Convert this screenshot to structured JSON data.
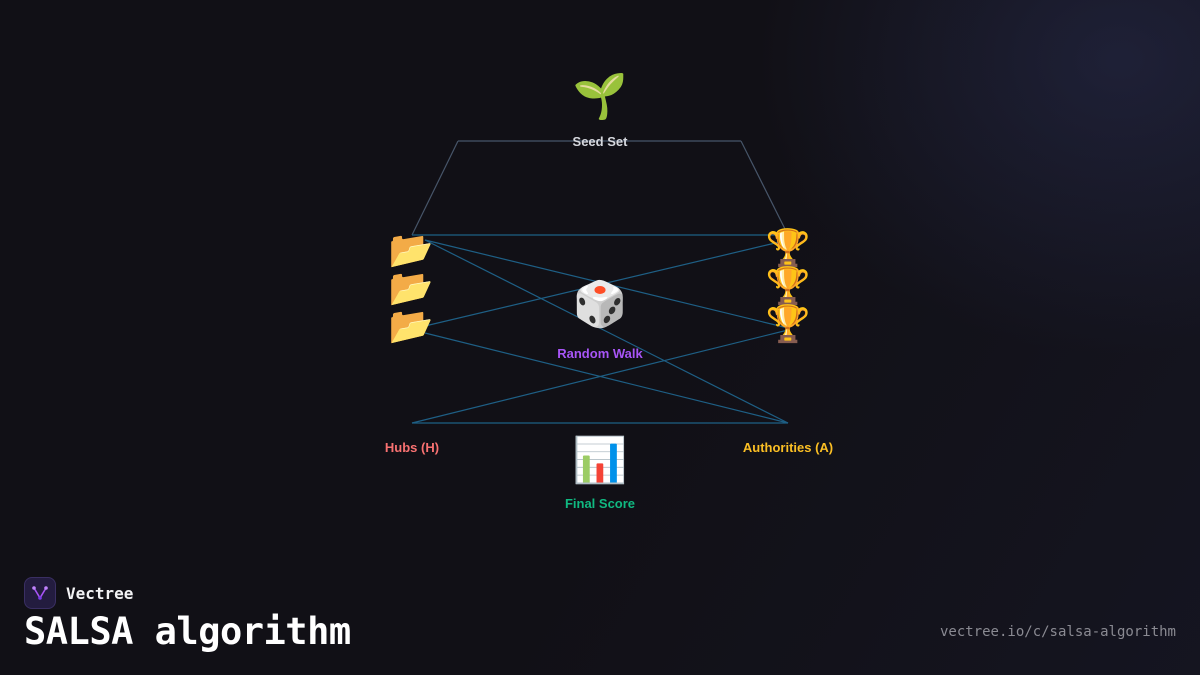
{
  "nodes": {
    "seed": {
      "icon": "seedling-icon",
      "glyph": "🌱",
      "label": "Seed Set",
      "color": "#d6d8de"
    },
    "hubs": {
      "icon": "folder-icon",
      "glyph": "📂",
      "label": "Hubs (H)",
      "color": "#f87171"
    },
    "random_walk": {
      "icon": "dice-icon",
      "glyph": "🎲",
      "label": "Random Walk",
      "color": "#a855f7"
    },
    "authorities": {
      "icon": "trophy-icon",
      "glyph": "🏆",
      "label": "Authorities (A)",
      "color": "#fbbf24"
    },
    "final": {
      "icon": "bar-chart-icon",
      "glyph": "📊",
      "label": "Final Score",
      "color": "#10b981"
    }
  },
  "colors": {
    "seed_edge": "#475569",
    "bipartite_edge": "#1e5f85",
    "background": "#111016"
  },
  "brand": {
    "name": "Vectree",
    "logo_icon": "vectree-logo-icon"
  },
  "title": "SALSA algorithm",
  "url": "vectree.io/c/salsa-algorithm"
}
